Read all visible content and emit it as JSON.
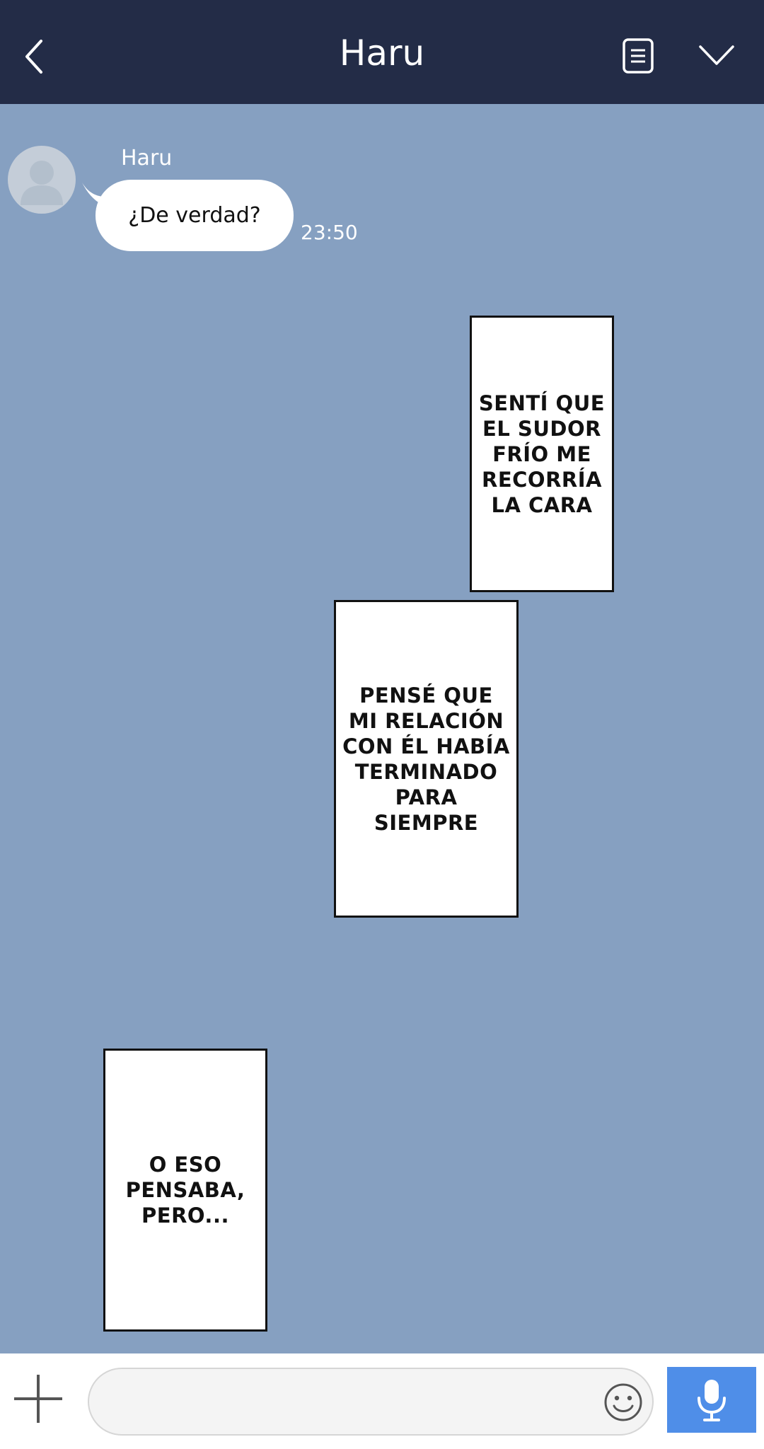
{
  "header": {
    "title": "Haru"
  },
  "icons": {
    "back": "chevron-left-icon",
    "notes": "notes-icon",
    "menu": "chevron-down-icon",
    "plus": "plus-icon",
    "emoji": "smiley-icon",
    "mic": "microphone-icon",
    "avatar": "person-silhouette"
  },
  "conversation": {
    "sender": "Haru",
    "message": "¿De verdad?",
    "time": "23:50"
  },
  "captions": [
    "SENTÍ QUE\nEL SUDOR\nFRÍO ME\nRECORRÍA\nLA CARA",
    "PENSÉ QUE\nMI RELACIÓN\nCON ÉL HABÍA\nTERMINADO\nPARA\nSIEMPRE",
    "O ESO\nPENSABA,\nPERO..."
  ],
  "composer": {
    "value": "",
    "placeholder": ""
  },
  "colors": {
    "header_bg": "#232c47",
    "chat_bg": "#86a0c1",
    "mic_button": "#4f8ee8",
    "bubble": "#ffffff"
  }
}
